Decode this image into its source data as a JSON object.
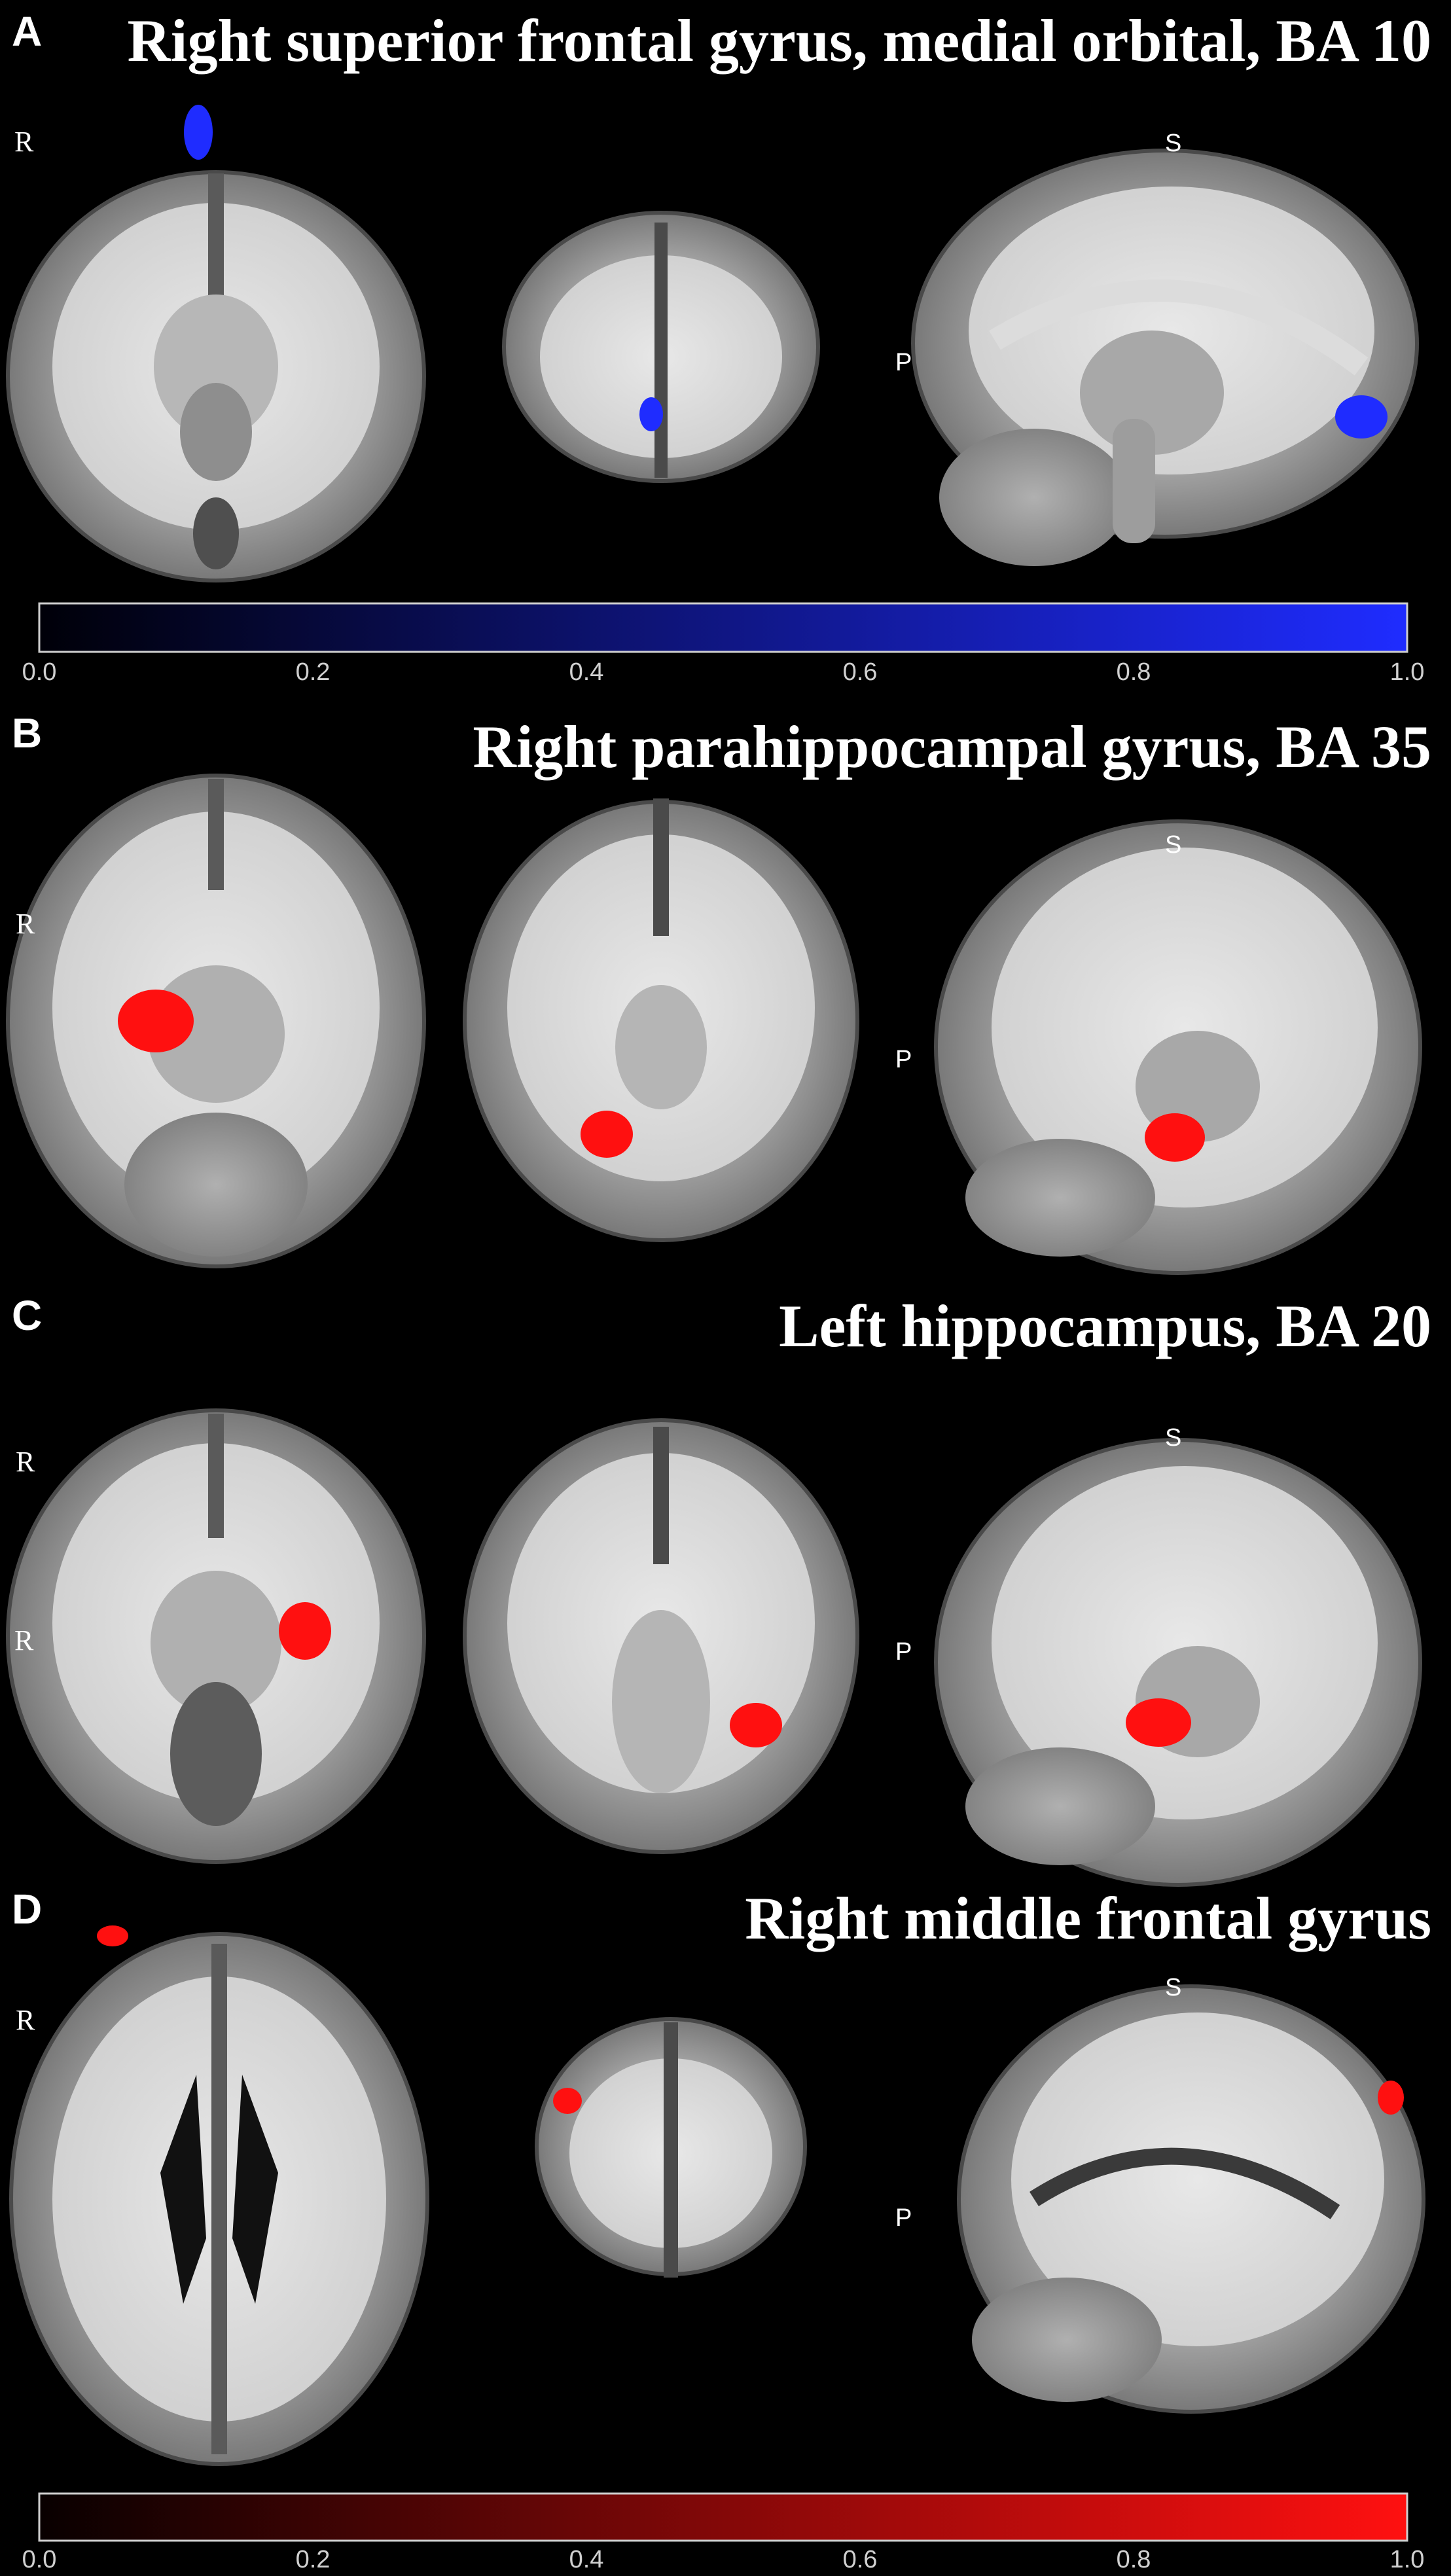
{
  "figure": {
    "panels": [
      {
        "letter": "A",
        "title": "Right superior frontal gyrus, medial orbital, BA 10",
        "labels": {
          "axial_left": "R",
          "sagittal_top": "S",
          "sagittal_left": "P"
        },
        "highlight_color": "#1f2cff"
      },
      {
        "letter": "B",
        "title": "Right parahippocampal gyrus, BA 35",
        "labels": {
          "axial_left": "R",
          "sagittal_top": "S",
          "sagittal_left": "P"
        },
        "highlight_color": "#ff1010"
      },
      {
        "letter": "C",
        "title": "Left hippocampus, BA 20",
        "labels": {
          "axial_left": "R",
          "axial_left_lower": "R",
          "sagittal_top": "S",
          "sagittal_left": "P"
        },
        "highlight_color": "#ff1010"
      },
      {
        "letter": "D",
        "title": "Right middle frontal gyrus",
        "labels": {
          "axial_left": "R",
          "sagittal_top": "S",
          "sagittal_left": "P"
        },
        "highlight_color": "#ff1010"
      }
    ],
    "colorbars": [
      {
        "name": "blue",
        "color": "#1f2cff",
        "ticks": [
          "0.0",
          "0.2",
          "0.4",
          "0.6",
          "0.8",
          "1.0"
        ],
        "range": [
          0,
          1
        ]
      },
      {
        "name": "red",
        "color": "#ff1010",
        "ticks": [
          "0.0",
          "0.2",
          "0.4",
          "0.6",
          "0.8",
          "1.0"
        ],
        "range": [
          0,
          1
        ]
      }
    ]
  }
}
